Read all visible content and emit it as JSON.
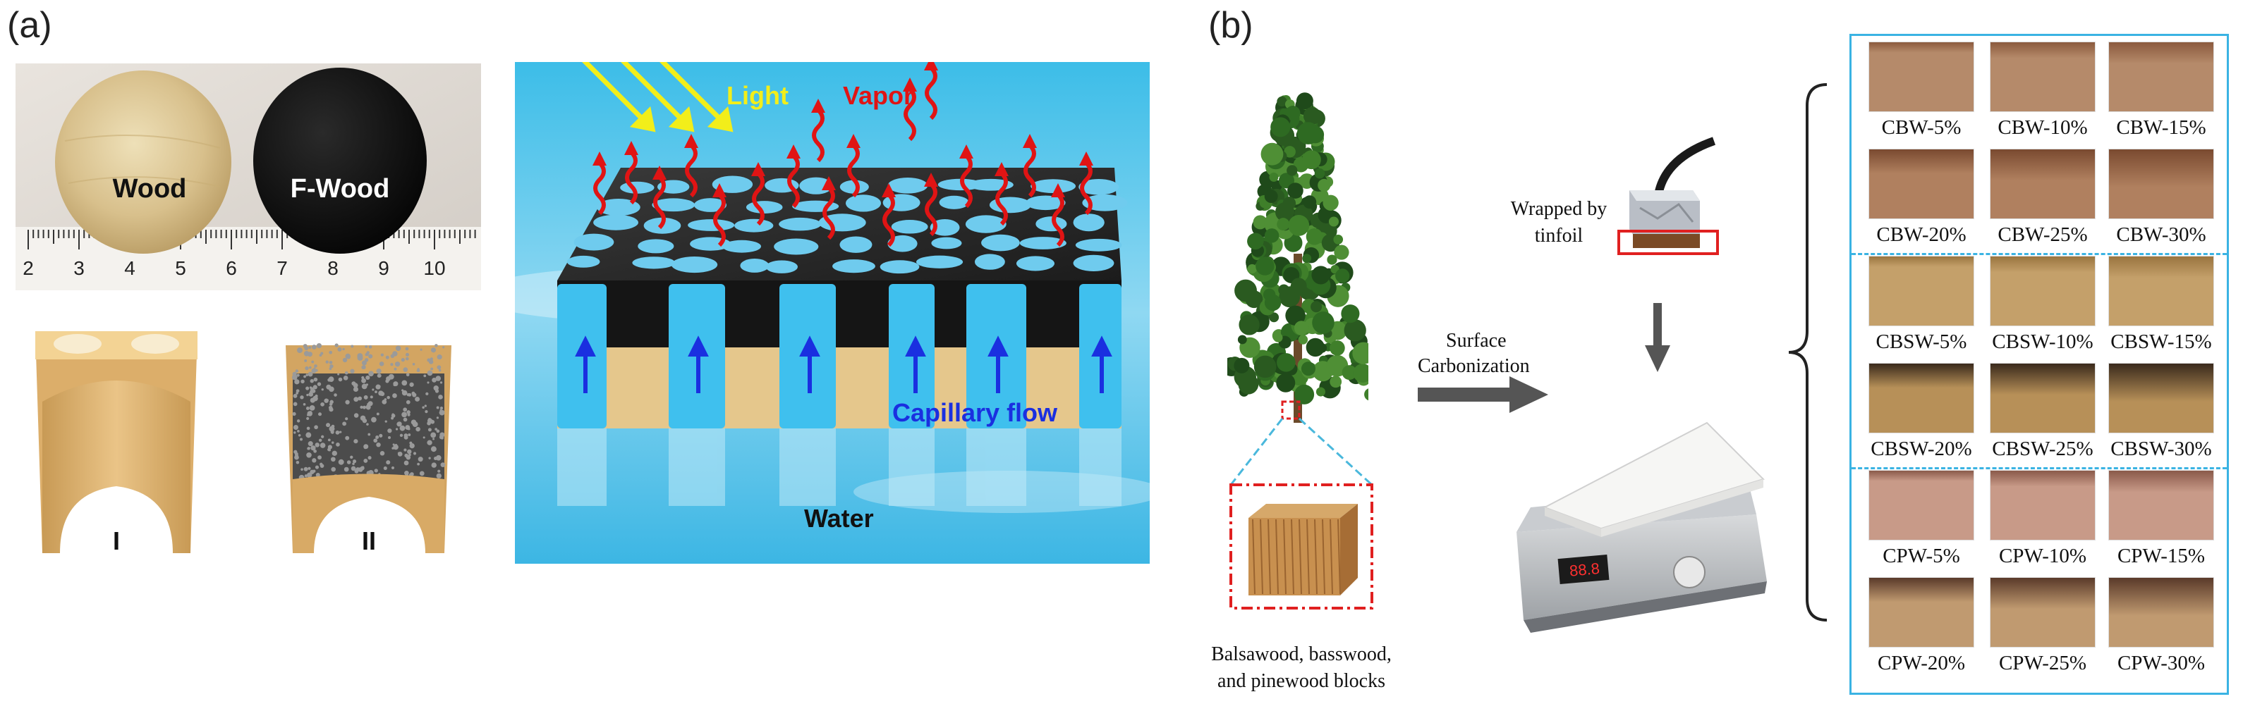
{
  "panel_a": {
    "tag": "(a)",
    "photo_labels": {
      "wood": "Wood",
      "fwood": "F-Wood"
    },
    "ruler_ticks": [
      "2",
      "3",
      "4",
      "5",
      "6",
      "7",
      "8",
      "9",
      "10"
    ],
    "channel_labels": {
      "i": "I",
      "ii": "II"
    },
    "schematic": {
      "light": "Light",
      "vapor": "Vapor",
      "capillary": "Capillary flow",
      "water": "Water"
    }
  },
  "panel_b": {
    "tag": "(b)",
    "wrapped": [
      "Wrapped by",
      "tinfoil"
    ],
    "surface": [
      "Surface",
      "Carbonization"
    ],
    "blocks": [
      "Balsawood, basswood,",
      "and pinewood blocks"
    ],
    "samples": [
      [
        "CBW-5%",
        "CBW-10%",
        "CBW-15%"
      ],
      [
        "CBW-20%",
        "CBW-25%",
        "CBW-30%"
      ],
      [
        "CBSW-5%",
        "CBSW-10%",
        "CBSW-15%"
      ],
      [
        "CBSW-20%",
        "CBSW-25%",
        "CBSW-30%"
      ],
      [
        "CPW-5%",
        "CPW-10%",
        "CPW-15%"
      ],
      [
        "CPW-20%",
        "CPW-25%",
        "CPW-30%"
      ]
    ],
    "hotplate_display": "88.8"
  },
  "colors": {
    "water_blue": "#35b6e6",
    "wood_tan": "#e3c58c",
    "carbon_black": "#141414",
    "vapor_red": "#e01414",
    "light_yellow": "#f2ee1a",
    "flow_blue": "#1a2fe0",
    "grid_border": "#3ab3e3",
    "highlight_red": "#e02020"
  }
}
